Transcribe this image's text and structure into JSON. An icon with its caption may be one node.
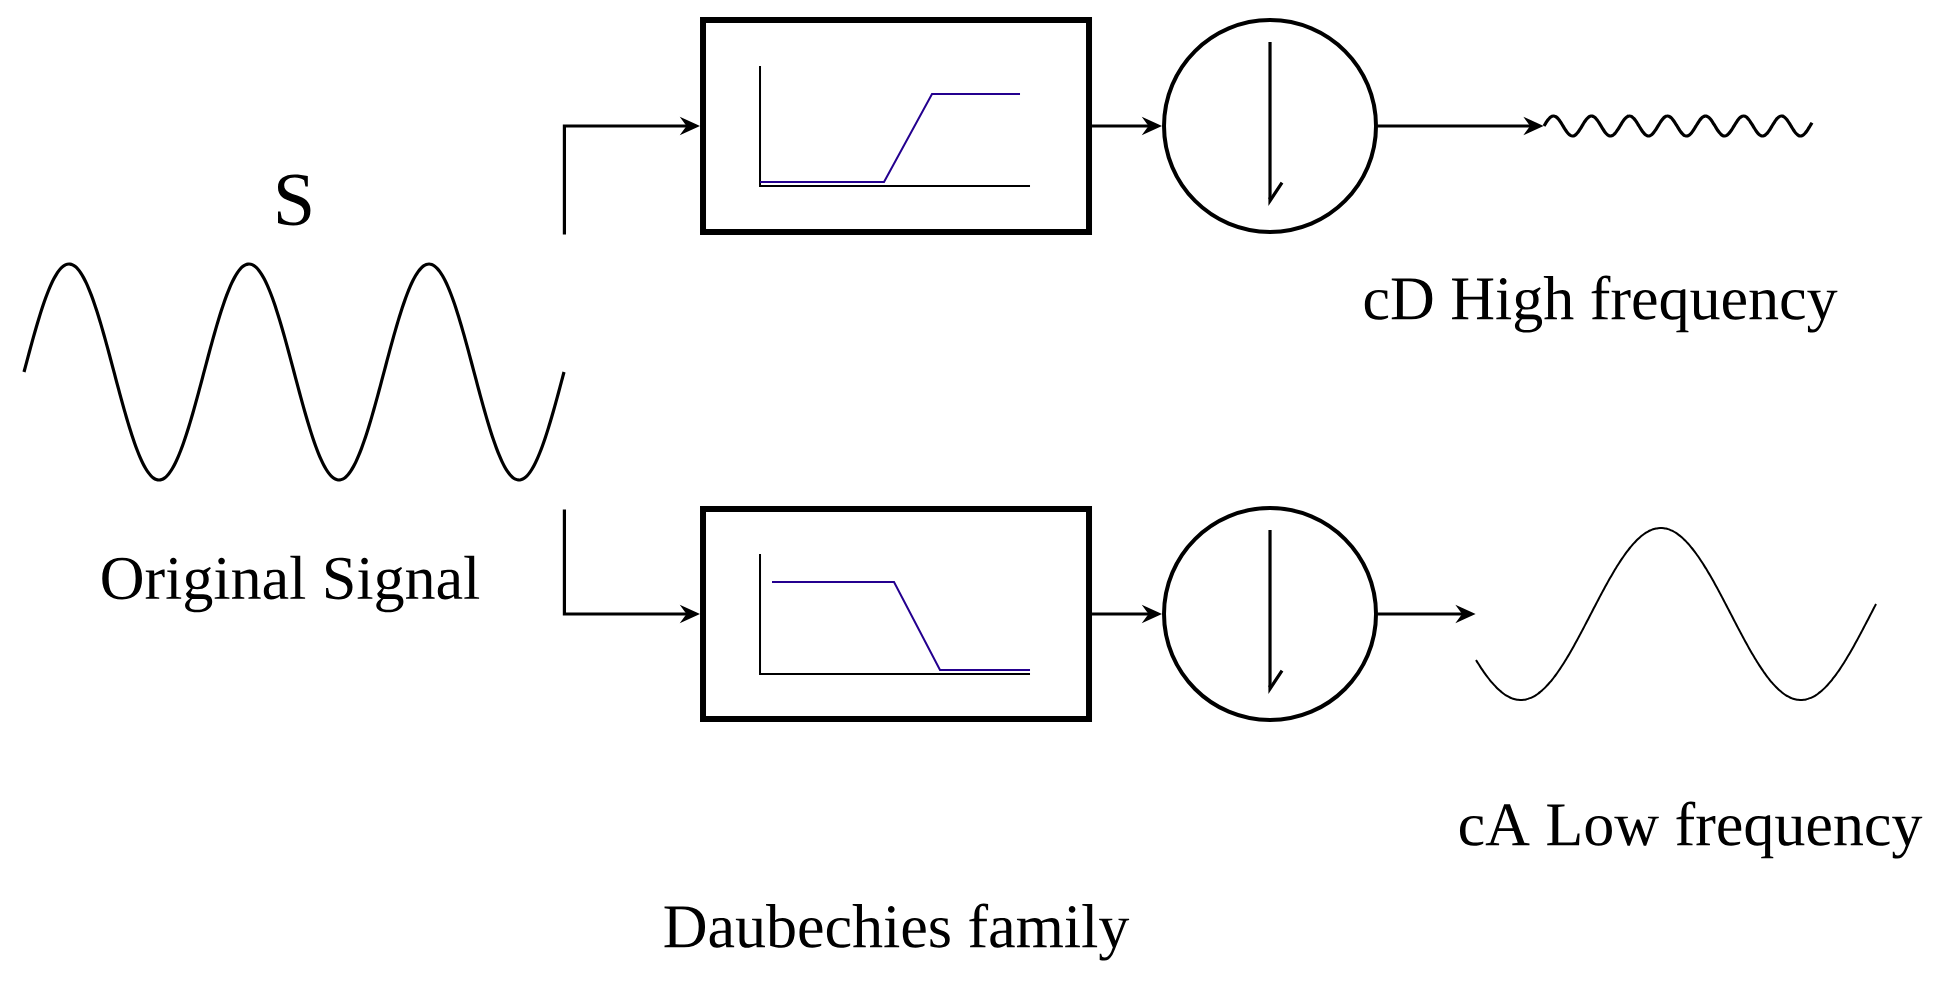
{
  "diagram": {
    "nodes": [
      {
        "text": [],
        "shape": "picture",
        "beside": [
          "S",
          "Original Signal"
        ]
      },
      {
        "text": [],
        "shape": "box"
      },
      {
        "text": [],
        "shape": "circle"
      },
      {
        "text": [],
        "shape": "picture"
      },
      {
        "text": [],
        "shape": "box"
      },
      {
        "text": [],
        "shape": "circle"
      },
      {
        "text": [],
        "shape": "picture"
      }
    ],
    "edges": [
      {
        "from": 0,
        "to": 1,
        "arrow": "to"
      },
      {
        "from": 1,
        "to": 2,
        "arrow": "to"
      },
      {
        "from": 2,
        "to": 3,
        "arrow": "to"
      },
      {
        "from": 0,
        "to": 4,
        "arrow": "to"
      },
      {
        "from": 4,
        "to": 5,
        "arrow": "to"
      },
      {
        "from": 5,
        "to": 6,
        "arrow": "to"
      }
    ],
    "labels": [
      "cD High frequency",
      "cA Low frequency",
      "Daubechies family"
    ]
  }
}
